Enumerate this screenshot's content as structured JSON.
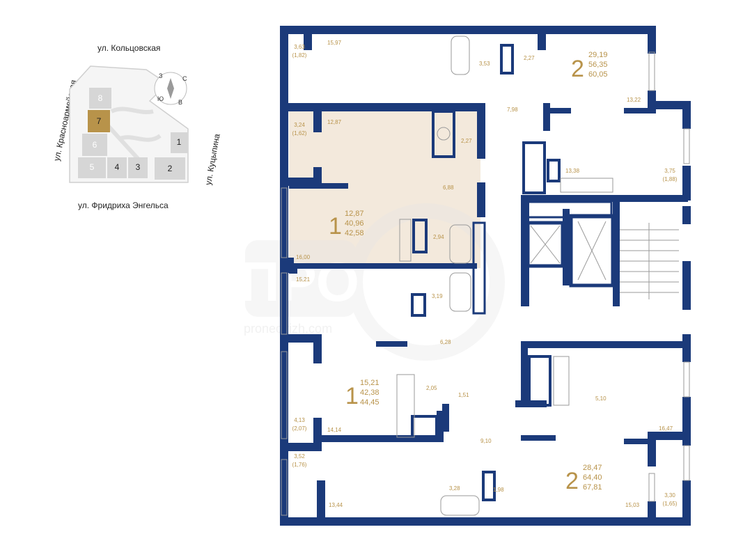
{
  "streets": {
    "north": "ул. Кольцовская",
    "west": "ул. Красноармейская",
    "east": "ул. Куцыпина",
    "south": "ул. Фридриха Энгельса"
  },
  "compass": {
    "n": "С",
    "s": "Ю",
    "e": "В",
    "w": "З"
  },
  "block_numbers": [
    "1",
    "2",
    "3",
    "4",
    "5",
    "6",
    "7",
    "8"
  ],
  "selected_block": "7",
  "watermark": {
    "logo": "ПРО",
    "site": "pronedvizh.com"
  },
  "colors": {
    "wall": "#1b3a7a",
    "accent": "#b8934a",
    "highlight": "#f3e9dc",
    "map_grey": "#d6d6d6"
  },
  "apartments": [
    {
      "rooms": "1",
      "living": "12,87",
      "total": "40,96",
      "with_balcony": "42,58",
      "selected": true
    },
    {
      "rooms": "1",
      "living": "15,21",
      "total": "42,38",
      "with_balcony": "44,45",
      "selected": false
    },
    {
      "rooms": "2",
      "living": "29,19",
      "total": "56,35",
      "with_balcony": "60,05",
      "selected": false
    },
    {
      "rooms": "2",
      "living": "28,47",
      "total": "64,40",
      "with_balcony": "67,81",
      "selected": false
    }
  ],
  "room_areas": [
    "15,97",
    "3,53",
    "2,27",
    "13,22",
    "7,98",
    "12,87",
    "2,27",
    "6,88",
    "2,94",
    "16,00",
    "13,38",
    "15,21",
    "3,19",
    "6,28",
    "2,05",
    "1,51",
    "14,14",
    "5,10",
    "16,47",
    "9,10",
    "3,28",
    "1,98",
    "13,44",
    "15,03"
  ],
  "balconies": [
    {
      "area": "3,63",
      "half": "(1,82)"
    },
    {
      "area": "3,24",
      "half": "(1,62)"
    },
    {
      "area": "3,75",
      "half": "(1,88)"
    },
    {
      "area": "4,13",
      "half": "(2,07)"
    },
    {
      "area": "3,52",
      "half": "(1,76)"
    },
    {
      "area": "3,30",
      "half": "(1,65)"
    }
  ]
}
